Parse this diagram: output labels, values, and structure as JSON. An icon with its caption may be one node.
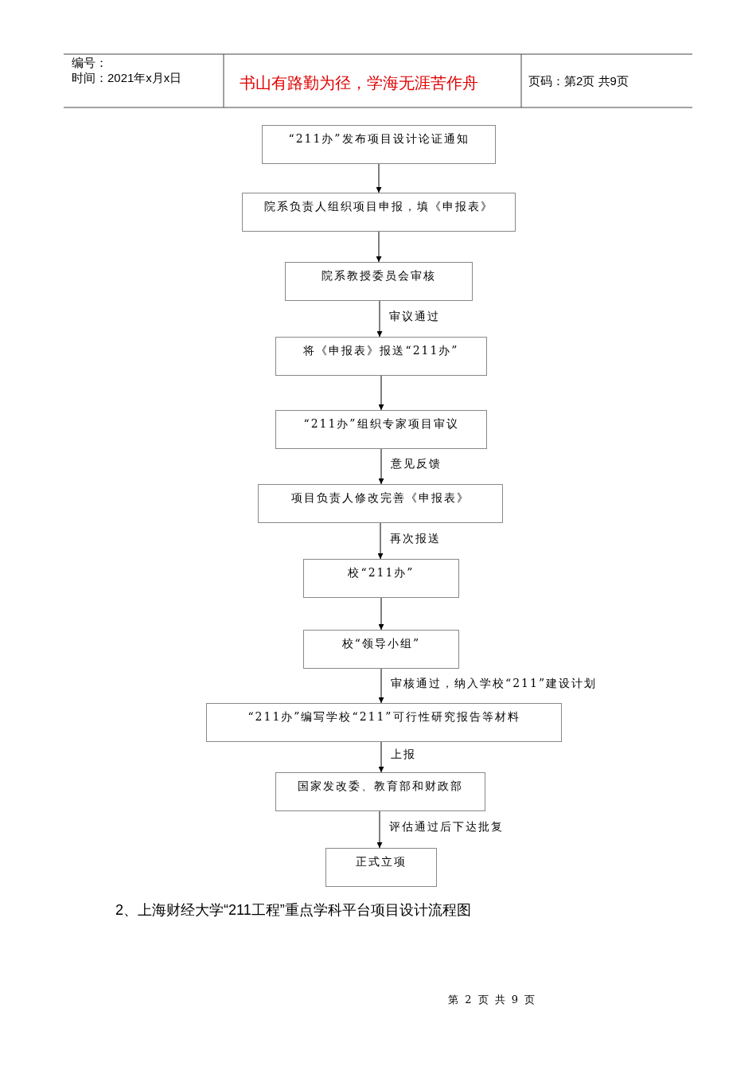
{
  "diagram": {
    "title": "2、上海财经大学“211工程”重点学科平台项目设计流程图",
    "nodes": [
      {
        "text": [
          "“211办”发布项目设计论证通知"
        ]
      },
      {
        "text": [
          "院系负责人组织项目申报，填《申报表》"
        ]
      },
      {
        "text": [
          "院系教授委员会审核"
        ]
      },
      {
        "text": [
          "将《申报表》报送“211办”"
        ]
      },
      {
        "text": [
          "“211办”组织专家项目审议"
        ]
      },
      {
        "text": [
          "项目负责人修改完善《申报表》"
        ]
      },
      {
        "text": [
          "校“211办”"
        ]
      },
      {
        "text": [
          "校“领导小组”"
        ]
      },
      {
        "text": [
          "“211办”编写学校“211”可行性研究报告等材料"
        ]
      },
      {
        "text": [
          "国家发改委、教育部和财政部"
        ]
      },
      {
        "text": [
          "正式立项"
        ]
      }
    ],
    "edges": [
      {
        "from": 0,
        "to": 1,
        "arrow": "to"
      },
      {
        "from": 1,
        "to": 2,
        "arrow": "to"
      },
      {
        "from": 2,
        "to": 3,
        "arrow": "to",
        "label": "审议通过"
      },
      {
        "from": 3,
        "to": 4,
        "arrow": "to"
      },
      {
        "from": 4,
        "to": 5,
        "arrow": "to",
        "label": "意见反馈"
      },
      {
        "from": 5,
        "to": 6,
        "arrow": "to",
        "label": "再次报送"
      },
      {
        "from": 6,
        "to": 7,
        "arrow": "to"
      },
      {
        "from": 7,
        "to": 8,
        "arrow": "to",
        "label": "审核通过，纳入学校“211”建设计划"
      },
      {
        "from": 8,
        "to": 9,
        "arrow": "to",
        "label": "上报"
      },
      {
        "from": 9,
        "to": 10,
        "arrow": "to",
        "label": "评估通过后下达批复"
      }
    ],
    "labels": [
      "编号：",
      "时间：2021年x月x日",
      "书山有路勤为径，学海无涯苦作舟",
      "页码：第2页 共9页",
      "第 2 页 共 9 页"
    ]
  }
}
